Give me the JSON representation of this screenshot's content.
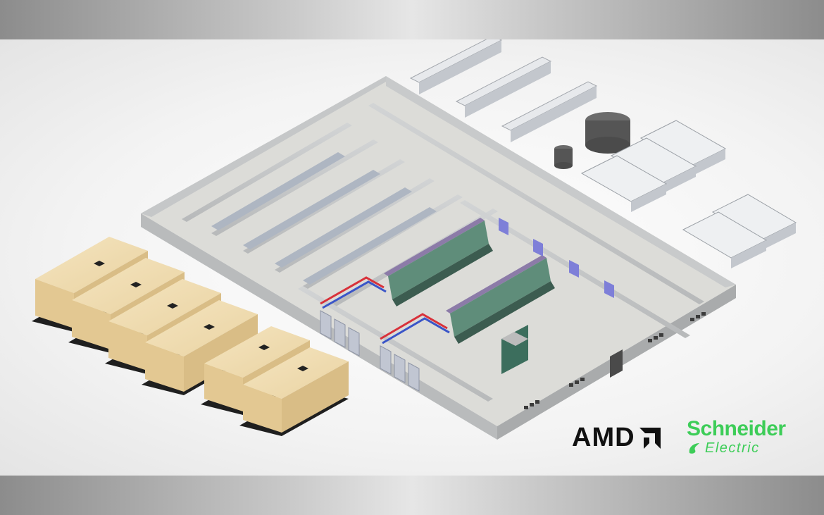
{
  "logos": {
    "amd": "AMD",
    "schneider_line1": "Schneider",
    "schneider_line2": "Electric"
  },
  "icons": {
    "amd_arrow": "amd-arrow-icon",
    "schneider_mark": "schneider-life-is-on-icon"
  },
  "colors": {
    "band": "#b8b8b8",
    "background": "#f2f2f2",
    "wall": "#c9cbcc",
    "floor": "#e8e6df",
    "generator": "#efd8aa",
    "generator_base": "#222222",
    "rack": "#4a8f75",
    "pipe_red": "#d8313a",
    "pipe_blue": "#3a55c8",
    "schneider_green": "#3dcd58",
    "amd_black": "#111111"
  }
}
